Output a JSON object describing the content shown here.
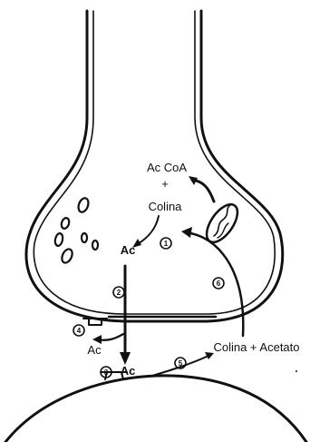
{
  "labels": {
    "ac_coa": "Ac CoA",
    "plus": "+",
    "colina": "Colina",
    "ac_top": "Ac",
    "ac_left": "Ac",
    "ac_bottom": "Ac",
    "colina_acetato": "Colina + Acetato"
  },
  "steps": {
    "s1": "1",
    "s2": "2",
    "s3": "3",
    "s4": "4",
    "s5": "5",
    "s6": "6"
  }
}
